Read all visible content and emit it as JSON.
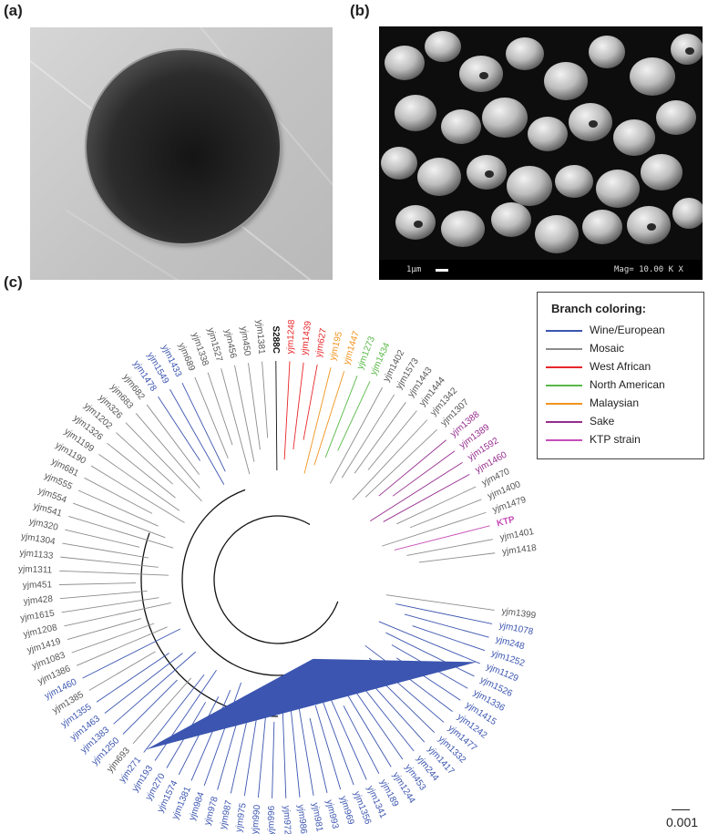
{
  "panels": {
    "a_label": "(a)",
    "b_label": "(b)",
    "c_label": "(c)"
  },
  "sem": {
    "scale_label": "1μm",
    "mag_label": "Mag= 10.00 K X"
  },
  "legend": {
    "title": "Branch coloring:",
    "items": [
      {
        "label": "Wine/European",
        "color": "#3b55b0"
      },
      {
        "label": "Mosaic",
        "color": "#8c8c8c"
      },
      {
        "label": "West African",
        "color": "#e8262a"
      },
      {
        "label": "North American",
        "color": "#58b947"
      },
      {
        "label": "Malaysian",
        "color": "#f1941f"
      },
      {
        "label": "Sake",
        "color": "#952c8e"
      },
      {
        "label": "KTP strain",
        "color": "#c64fb8"
      }
    ]
  },
  "tree": {
    "scale_label": "0.001",
    "strains": [
      {
        "label": "yjm1399",
        "group": "Mosaic"
      },
      {
        "label": "yjm1078",
        "group": "Wine/European"
      },
      {
        "label": "yjm248",
        "group": "Wine/European"
      },
      {
        "label": "yjm1252",
        "group": "Wine/European"
      },
      {
        "label": "yjm1129",
        "group": "Wine/European"
      },
      {
        "label": "yjm1526",
        "group": "Wine/European"
      },
      {
        "label": "yjm1336",
        "group": "Wine/European"
      },
      {
        "label": "yjm1415",
        "group": "Wine/European"
      },
      {
        "label": "yjm1242",
        "group": "Wine/European"
      },
      {
        "label": "yjm1477",
        "group": "Wine/European"
      },
      {
        "label": "yjm1332",
        "group": "Wine/European"
      },
      {
        "label": "yjm1417",
        "group": "Wine/European"
      },
      {
        "label": "yjm244",
        "group": "Wine/European"
      },
      {
        "label": "yjm453",
        "group": "Wine/European"
      },
      {
        "label": "yjm1244",
        "group": "Wine/European"
      },
      {
        "label": "yjm189",
        "group": "Wine/European"
      },
      {
        "label": "yjm1341",
        "group": "Wine/European"
      },
      {
        "label": "yjm1356",
        "group": "Wine/European"
      },
      {
        "label": "yjm969",
        "group": "Wine/European"
      },
      {
        "label": "yjm993",
        "group": "Wine/European"
      },
      {
        "label": "yjm981",
        "group": "Wine/European"
      },
      {
        "label": "yjm986",
        "group": "Wine/European"
      },
      {
        "label": "yjm972",
        "group": "Wine/European"
      },
      {
        "label": "yjm996",
        "group": "Wine/European"
      },
      {
        "label": "yjm990",
        "group": "Wine/European"
      },
      {
        "label": "yjm975",
        "group": "Wine/European"
      },
      {
        "label": "yjm987",
        "group": "Wine/European"
      },
      {
        "label": "yjm978",
        "group": "Wine/European"
      },
      {
        "label": "yjm984",
        "group": "Wine/European"
      },
      {
        "label": "yjm1381",
        "group": "Wine/European"
      },
      {
        "label": "yjm1574",
        "group": "Wine/European"
      },
      {
        "label": "yjm270",
        "group": "Wine/European"
      },
      {
        "label": "yjm193",
        "group": "Wine/European"
      },
      {
        "label": "yjm271",
        "group": "Wine/European"
      },
      {
        "label": "yjm693",
        "group": "Mosaic"
      },
      {
        "label": "yjm1250",
        "group": "Wine/European"
      },
      {
        "label": "yjm1383",
        "group": "Wine/European"
      },
      {
        "label": "yjm1463",
        "group": "Wine/European"
      },
      {
        "label": "yjm1355",
        "group": "Wine/European"
      },
      {
        "label": "yjm1385",
        "group": "Mosaic"
      },
      {
        "label": "yjm1460",
        "group": "Wine/European"
      },
      {
        "label": "yjm1386",
        "group": "Mosaic"
      },
      {
        "label": "yjm1083",
        "group": "Mosaic"
      },
      {
        "label": "yjm1419",
        "group": "Mosaic"
      },
      {
        "label": "yjm1208",
        "group": "Mosaic"
      },
      {
        "label": "yjm1615",
        "group": "Mosaic"
      },
      {
        "label": "yjm428",
        "group": "Mosaic"
      },
      {
        "label": "yjm451",
        "group": "Mosaic"
      },
      {
        "label": "yjm1311",
        "group": "Mosaic"
      },
      {
        "label": "yjm1133",
        "group": "Mosaic"
      },
      {
        "label": "yjm1304",
        "group": "Mosaic"
      },
      {
        "label": "yjm320",
        "group": "Mosaic"
      },
      {
        "label": "yjm541",
        "group": "Mosaic"
      },
      {
        "label": "yjm554",
        "group": "Mosaic"
      },
      {
        "label": "yjm555",
        "group": "Mosaic"
      },
      {
        "label": "yjm681",
        "group": "Mosaic"
      },
      {
        "label": "yjm1190",
        "group": "Mosaic"
      },
      {
        "label": "yjm1199",
        "group": "Mosaic"
      },
      {
        "label": "yjm1326",
        "group": "Mosaic"
      },
      {
        "label": "yjm1202",
        "group": "Mosaic"
      },
      {
        "label": "yjm326",
        "group": "Mosaic"
      },
      {
        "label": "yjm683",
        "group": "Mosaic"
      },
      {
        "label": "yjm682",
        "group": "Mosaic"
      },
      {
        "label": "yjm1478",
        "group": "Wine/European"
      },
      {
        "label": "yjm1549",
        "group": "Wine/European"
      },
      {
        "label": "yjm1433",
        "group": "Wine/European"
      },
      {
        "label": "yjm689",
        "group": "Mosaic"
      },
      {
        "label": "yjm1338",
        "group": "Mosaic"
      },
      {
        "label": "yjm1527",
        "group": "Mosaic"
      },
      {
        "label": "yjm456",
        "group": "Mosaic"
      },
      {
        "label": "yjm450",
        "group": "Mosaic"
      },
      {
        "label": "yjm1381",
        "group": "Mosaic"
      },
      {
        "label": "S288C",
        "group": "Reference"
      },
      {
        "label": "yjm1248",
        "group": "West African"
      },
      {
        "label": "yjm1439",
        "group": "West African"
      },
      {
        "label": "yjm627",
        "group": "West African"
      },
      {
        "label": "yjm195",
        "group": "Malaysian"
      },
      {
        "label": "yjm1447",
        "group": "Malaysian"
      },
      {
        "label": "yjm1273",
        "group": "North American"
      },
      {
        "label": "yjm1434",
        "group": "North American"
      },
      {
        "label": "yjm1402",
        "group": "Mosaic"
      },
      {
        "label": "yjm1573",
        "group": "Mosaic"
      },
      {
        "label": "yjm1443",
        "group": "Mosaic"
      },
      {
        "label": "yjm1444",
        "group": "Mosaic"
      },
      {
        "label": "yjm1342",
        "group": "Mosaic"
      },
      {
        "label": "yjm1307",
        "group": "Mosaic"
      },
      {
        "label": "yjm1388",
        "group": "Sake"
      },
      {
        "label": "yjm1389",
        "group": "Sake"
      },
      {
        "label": "yjm1592",
        "group": "Sake"
      },
      {
        "label": "yjm1460",
        "group": "Sake"
      },
      {
        "label": "yjm470",
        "group": "Mosaic"
      },
      {
        "label": "yjm1400",
        "group": "Mosaic"
      },
      {
        "label": "yjm1479",
        "group": "Mosaic"
      },
      {
        "label": "KTP",
        "group": "KTP strain"
      },
      {
        "label": "yjm1401",
        "group": "Mosaic"
      },
      {
        "label": "yjm1418",
        "group": "Mosaic"
      }
    ]
  }
}
